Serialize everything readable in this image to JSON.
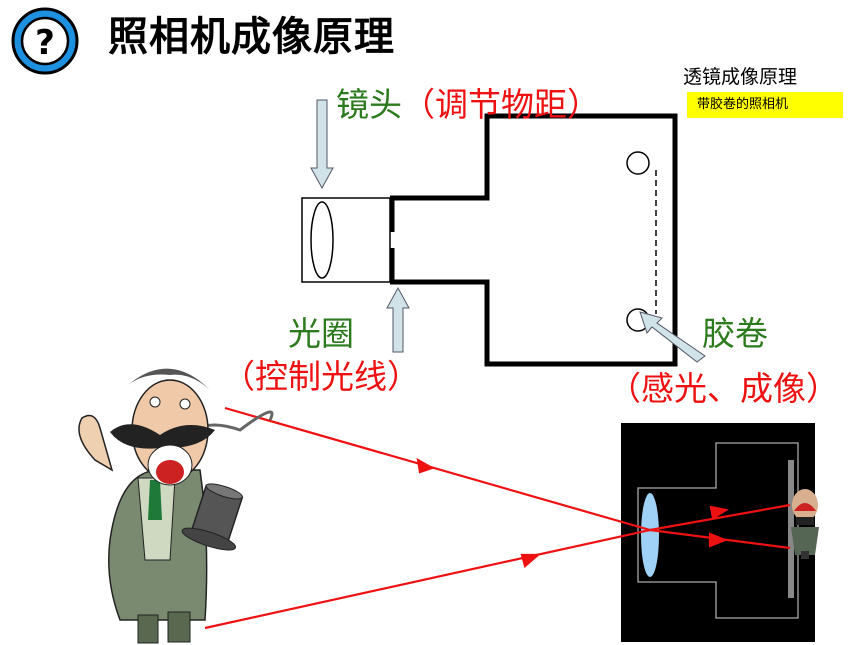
{
  "header": {
    "title": "照相机成像原理",
    "icon": "question-mark-icon"
  },
  "side_panel": {
    "title": "透镜成像原理",
    "badge": "带胶卷的照相机",
    "badge_color": "#ffff00"
  },
  "labels": {
    "lens_name": "镜头",
    "lens_note": "（调节物距）",
    "aperture_name": "光圈",
    "aperture_note": "（控制光线）",
    "film_name": "胶卷",
    "film_note": "（感光、成像）"
  },
  "colors": {
    "name_color": "#2b7a1c",
    "note_color": "#ee1111",
    "ray_color": "#ee1111",
    "lens_color": "#9fd0f5"
  }
}
